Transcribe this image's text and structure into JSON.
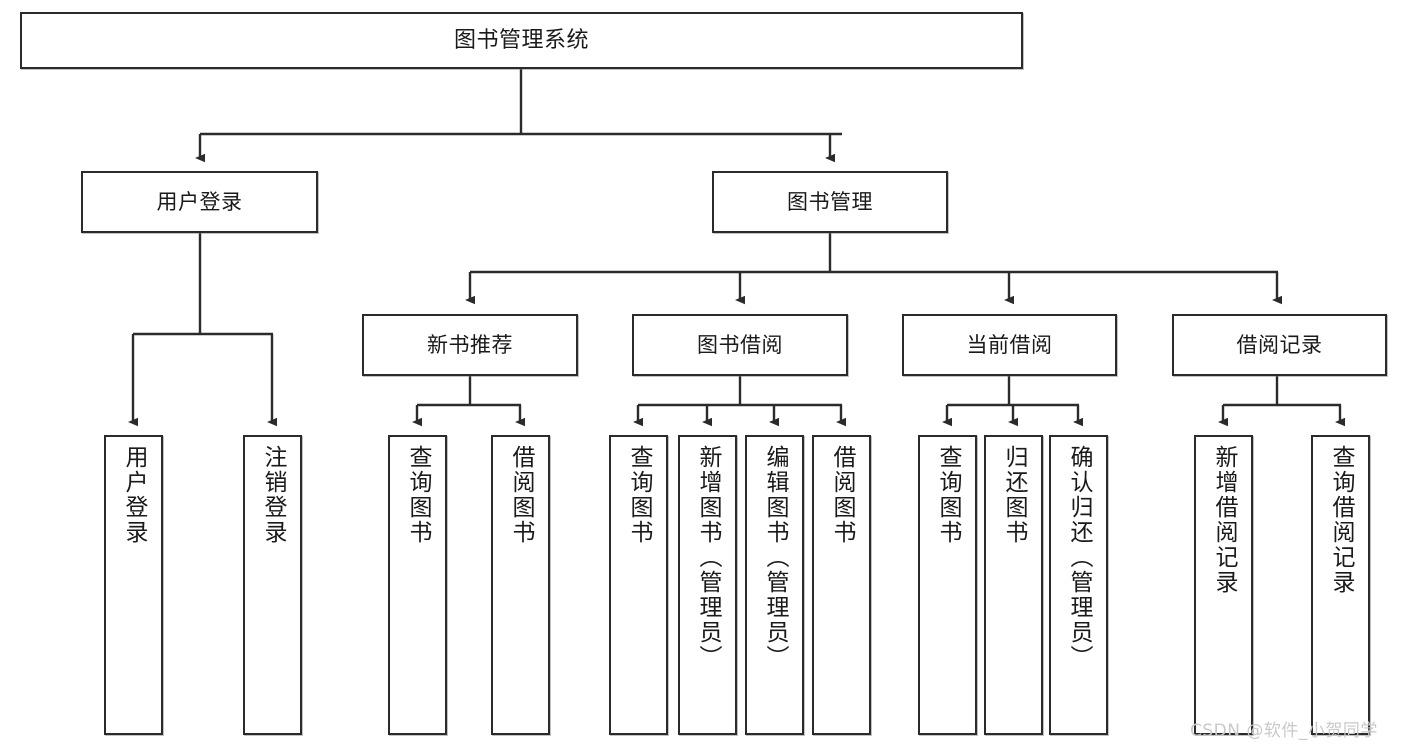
{
  "diagram": {
    "title": "图书管理系统",
    "type": "tree-hierarchy",
    "watermark": "CSDN @软件_小贺同学",
    "nodes": {
      "root": {
        "label": "图书管理系统"
      },
      "level2": [
        {
          "id": "user-login",
          "label": "用户登录"
        },
        {
          "id": "book-manage",
          "label": "图书管理"
        }
      ],
      "level3": [
        {
          "id": "new-book-rec",
          "label": "新书推荐"
        },
        {
          "id": "book-borrow",
          "label": "图书借阅"
        },
        {
          "id": "current-borrow",
          "label": "当前借阅"
        },
        {
          "id": "borrow-record",
          "label": "借阅记录"
        }
      ],
      "leaves": {
        "user_login": [
          {
            "id": "leaf-user-login",
            "label": "用户登录"
          },
          {
            "id": "leaf-logout",
            "label": "注销登录"
          }
        ],
        "new_book_rec": [
          {
            "id": "leaf-query-book-1",
            "label": "查询图书"
          },
          {
            "id": "leaf-borrow-book-1",
            "label": "借阅图书"
          }
        ],
        "book_borrow": [
          {
            "id": "leaf-query-book-2",
            "label": "查询图书"
          },
          {
            "id": "leaf-add-book",
            "label": "新增图书（管理员）"
          },
          {
            "id": "leaf-edit-book",
            "label": "编辑图书（管理员）"
          },
          {
            "id": "leaf-borrow-book-2",
            "label": "借阅图书"
          }
        ],
        "current_borrow": [
          {
            "id": "leaf-query-book-3",
            "label": "查询图书"
          },
          {
            "id": "leaf-return-book",
            "label": "归还图书"
          },
          {
            "id": "leaf-confirm-return",
            "label": "确认归还（管理员）"
          }
        ],
        "borrow_record": [
          {
            "id": "leaf-add-record",
            "label": "新增借阅记录"
          },
          {
            "id": "leaf-query-record",
            "label": "查询借阅记录"
          }
        ]
      }
    },
    "colors": {
      "border": "#2b2b2b",
      "background": "#ffffff",
      "text": "#1a1a1a",
      "watermark": "#c9c9c9"
    }
  }
}
